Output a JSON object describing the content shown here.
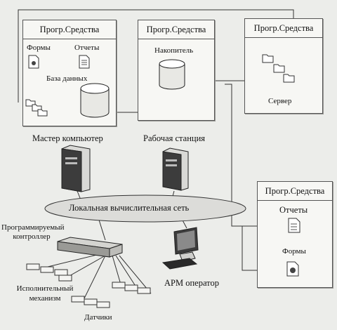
{
  "boxes": {
    "box1": {
      "title": "Прогр.Средства",
      "forms": "Формы",
      "reports": "Отчеты",
      "database": "База данных"
    },
    "box2": {
      "title": "Прогр.Средства",
      "storage": "Накопитель"
    },
    "box3": {
      "title": "Прогр.Средства",
      "server": "Сервер"
    },
    "box4": {
      "title": "Прогр.Средства",
      "reports": "Отчеты",
      "forms": "Формы"
    }
  },
  "labels": {
    "master": "Мастер компьютер",
    "workstation": "Рабочая станция",
    "network": "Локальная вычислительная сеть",
    "controller": "Программируемый контроллер",
    "actuator": "Исполнительный механизм",
    "sensors": "Датчики",
    "operator": "АРМ оператор"
  }
}
